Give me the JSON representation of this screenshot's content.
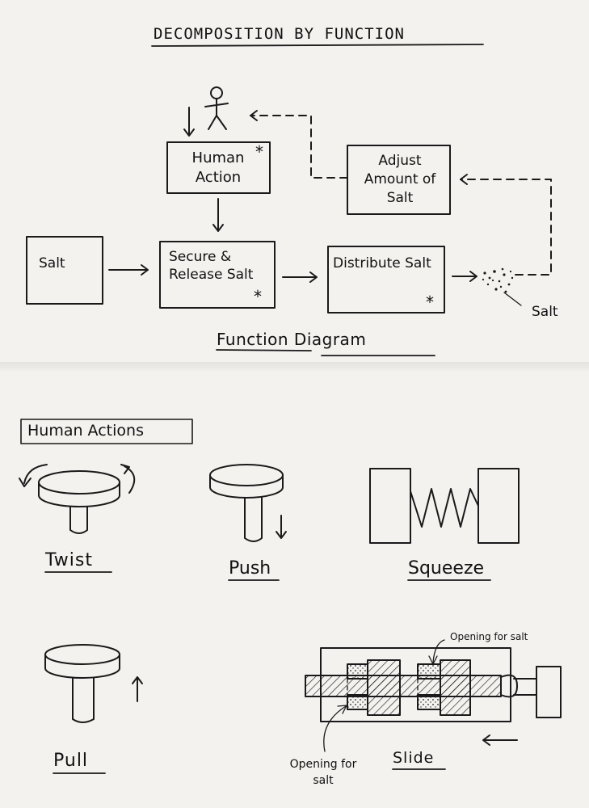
{
  "title": "DECOMPOSITION BY FUNCTION",
  "function_diagram": {
    "caption": "Function Diagram",
    "blocks": {
      "human_action": "Human Action",
      "adjust": "Adjust Amount of Salt",
      "salt_input": "Salt",
      "secure_release": "Secure & Release Salt",
      "distribute": "Distribute Salt"
    },
    "asterisk": "*",
    "output_label": "Salt"
  },
  "human_actions": {
    "heading": "Human Actions",
    "twist": "Twist",
    "push": "Push",
    "squeeze": "Squeeze",
    "pull": "Pull",
    "slide": "Slide",
    "opening_top": "Opening for salt",
    "opening_bottom": "Opening for salt"
  },
  "colors": {
    "ink": "#1a1a1a",
    "paper": "#f3f2ef"
  }
}
